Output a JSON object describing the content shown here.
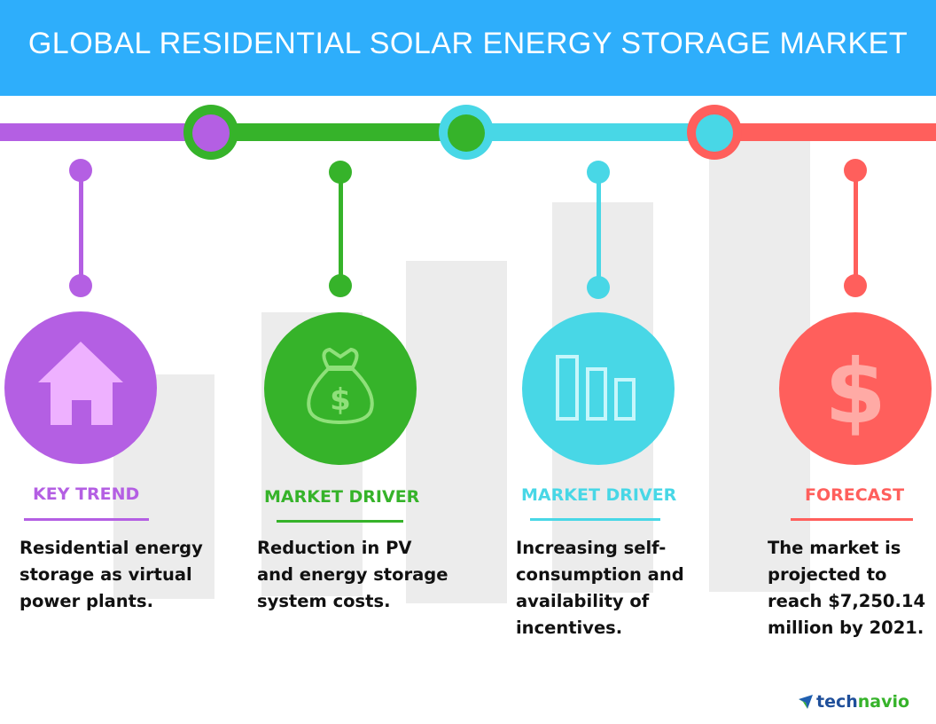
{
  "title": "GLOBAL RESIDENTIAL SOLAR ENERGY STORAGE MARKET",
  "colors": {
    "header": "#2eaefb",
    "purple": "#b45fe3",
    "green": "#36b32a",
    "cyan": "#48d7e6",
    "red": "#ff5f5c"
  },
  "cards": [
    {
      "label": "KEY TREND",
      "icon": "house-icon",
      "lines": [
        "Residential energy",
        "storage as virtual",
        "power plants."
      ]
    },
    {
      "label": "MARKET DRIVER",
      "icon": "money-bag-icon",
      "lines": [
        "Reduction in PV",
        "and energy storage",
        "system costs."
      ]
    },
    {
      "label": "MARKET DRIVER",
      "icon": "bar-chart-icon",
      "lines": [
        "Increasing self-",
        "consumption and",
        "availability of",
        "incentives."
      ]
    },
    {
      "label": "FORECAST",
      "icon": "dollar-icon",
      "lines": [
        "The market is",
        "projected to",
        "reach $7,250.14",
        "million by 2021."
      ]
    }
  ],
  "brand": {
    "logo_text_dark": "tech",
    "logo_text_green": "navio"
  }
}
